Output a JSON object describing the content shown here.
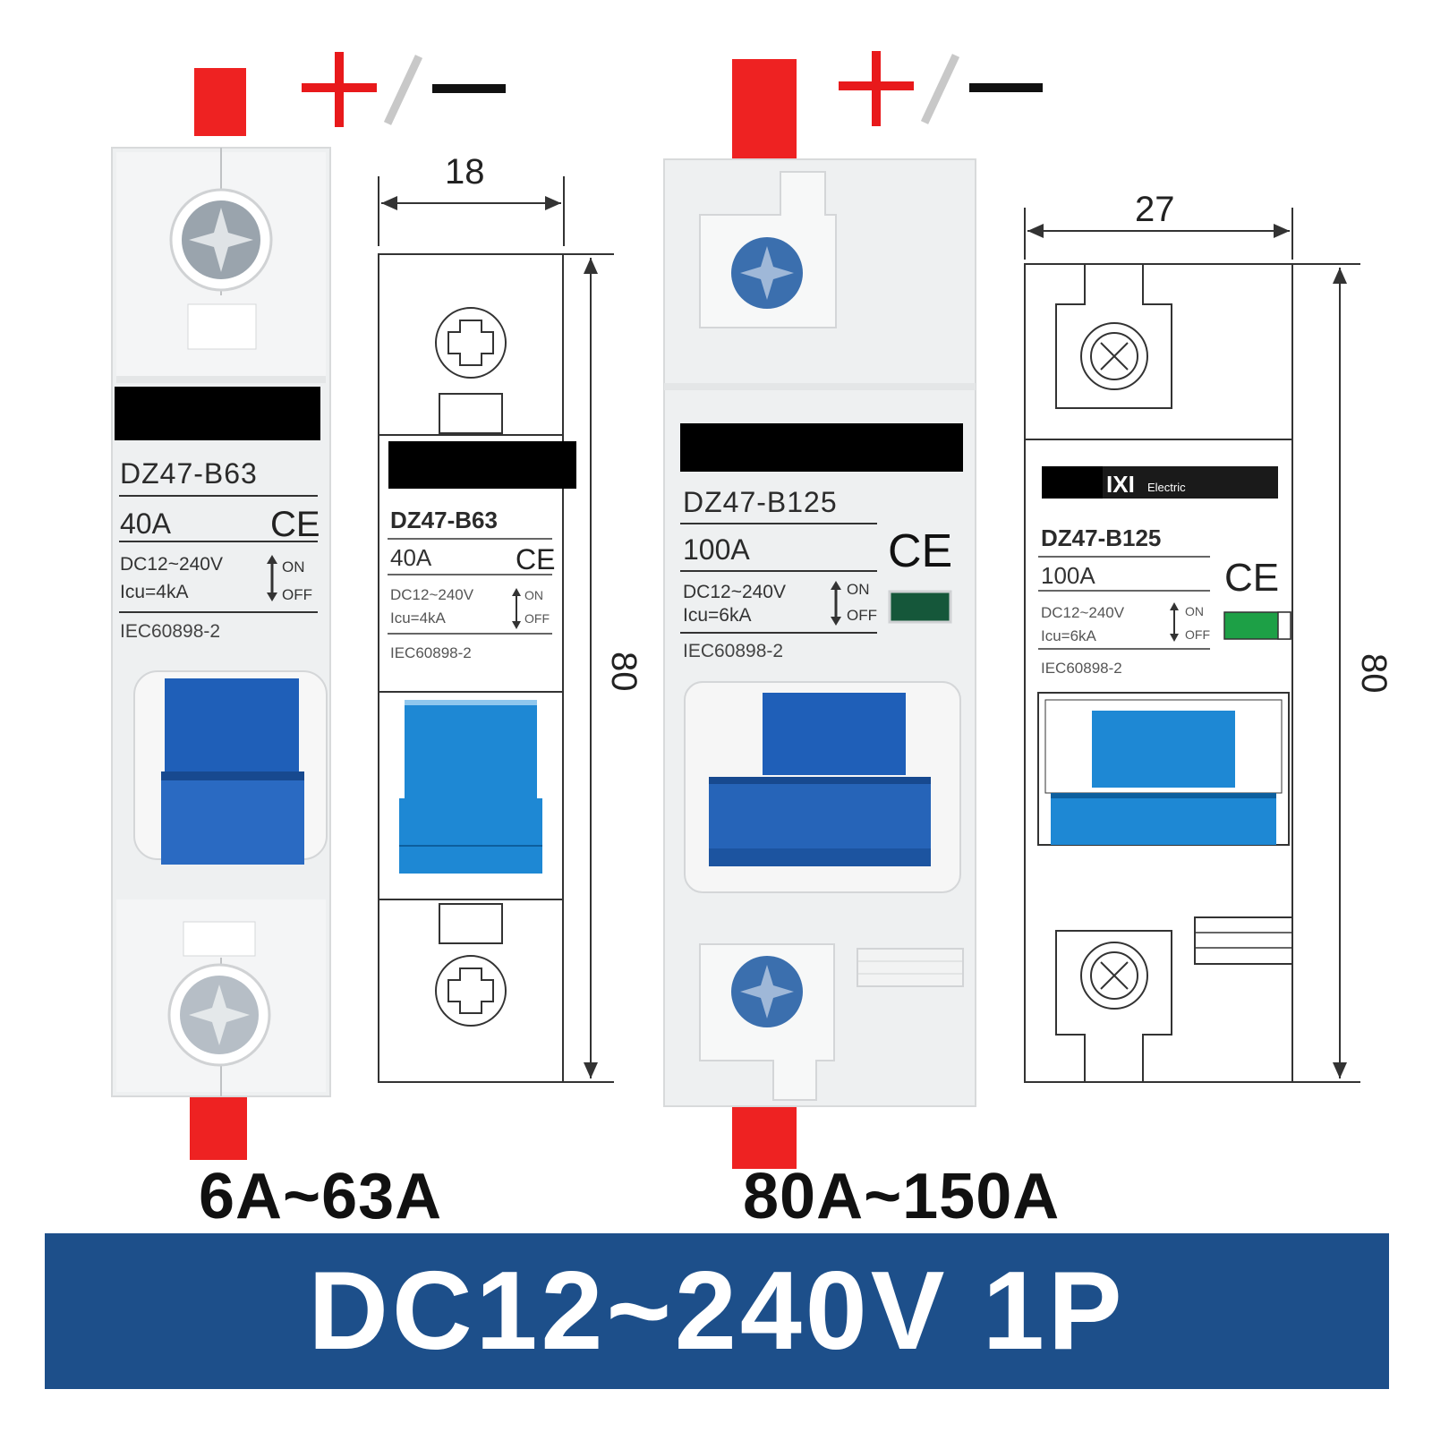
{
  "colors": {
    "terminal_red": "#ee2222",
    "plus_red": "#e8191b",
    "slash_gray": "#c8c8c8",
    "minus_black": "#111111",
    "toggle_blue": "#1f5fb8",
    "drawing_blue": "#1e88d4",
    "banner_blue": "#1d4f8a",
    "indicator_green": "#1da046"
  },
  "polarity": {
    "plus": "+",
    "minus": "—"
  },
  "small": {
    "model": "DZ47-B63",
    "current": "40A",
    "ce": "CE",
    "voltage": "DC12~240V",
    "icu": "Icu=4kA",
    "on": "ON",
    "off": "OFF",
    "standard": "IEC60898-2",
    "width_dim": "18",
    "height_dim": "80",
    "range": "6A~63A"
  },
  "large": {
    "model": "DZ47-B125",
    "current": "100A",
    "ce": "CE",
    "voltage": "DC12~240V",
    "icu": "Icu=6kA",
    "on": "ON",
    "off": "OFF",
    "standard": "IEC60898-2",
    "brand_partial": "IXI",
    "brand_suffix": "Electric",
    "width_dim": "27",
    "height_dim": "80",
    "range": "80A~150A"
  },
  "banner": {
    "text": "DC12~240V 1P"
  }
}
